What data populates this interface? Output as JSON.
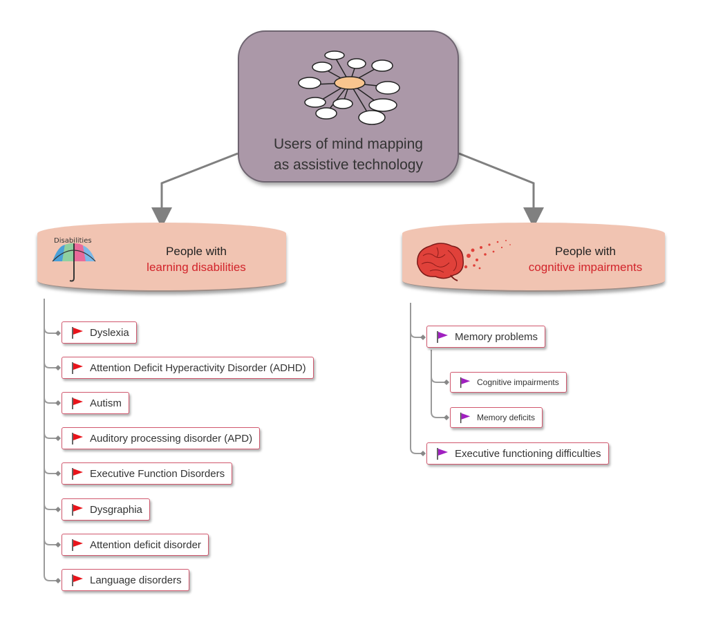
{
  "root": {
    "title": "Users of mind mapping\nas assistive technology",
    "icon": "mind-map-icon"
  },
  "colors": {
    "root_fill": "#ab98a8",
    "branch_fill": "#f1c4b2",
    "accent_red": "#d2232a",
    "flag_red": "#e8141b",
    "flag_purple": "#a020c0",
    "leaf_border": "#d0566c"
  },
  "branches": [
    {
      "line1": "People with",
      "line2": "learning disabilities",
      "icon": "umbrella-icon",
      "icon_text": "Disabilities",
      "items": [
        {
          "label": "Dyslexia",
          "flag": "red-flag-icon"
        },
        {
          "label": "Attention Deficit Hyperactivity Disorder (ADHD)",
          "flag": "red-flag-icon"
        },
        {
          "label": "Autism",
          "flag": "red-flag-icon"
        },
        {
          "label": "Auditory processing disorder (APD)",
          "flag": "red-flag-icon"
        },
        {
          "label": "Executive Function Disorders",
          "flag": "red-flag-icon"
        },
        {
          "label": "Dysgraphia",
          "flag": "red-flag-icon"
        },
        {
          "label": "Attention deficit disorder",
          "flag": "red-flag-icon"
        },
        {
          "label": "Language disorders",
          "flag": "red-flag-icon"
        }
      ]
    },
    {
      "line1": "People with",
      "line2": "cognitive impairments",
      "icon": "brain-icon",
      "items": [
        {
          "label": "Memory problems",
          "flag": "purple-flag-icon",
          "children": [
            {
              "label": "Cognitive impairments",
              "flag": "purple-flag-icon"
            },
            {
              "label": "Memory deficits",
              "flag": "purple-flag-icon"
            }
          ]
        },
        {
          "label": "Executive functioning difficulties",
          "flag": "purple-flag-icon"
        }
      ]
    }
  ]
}
